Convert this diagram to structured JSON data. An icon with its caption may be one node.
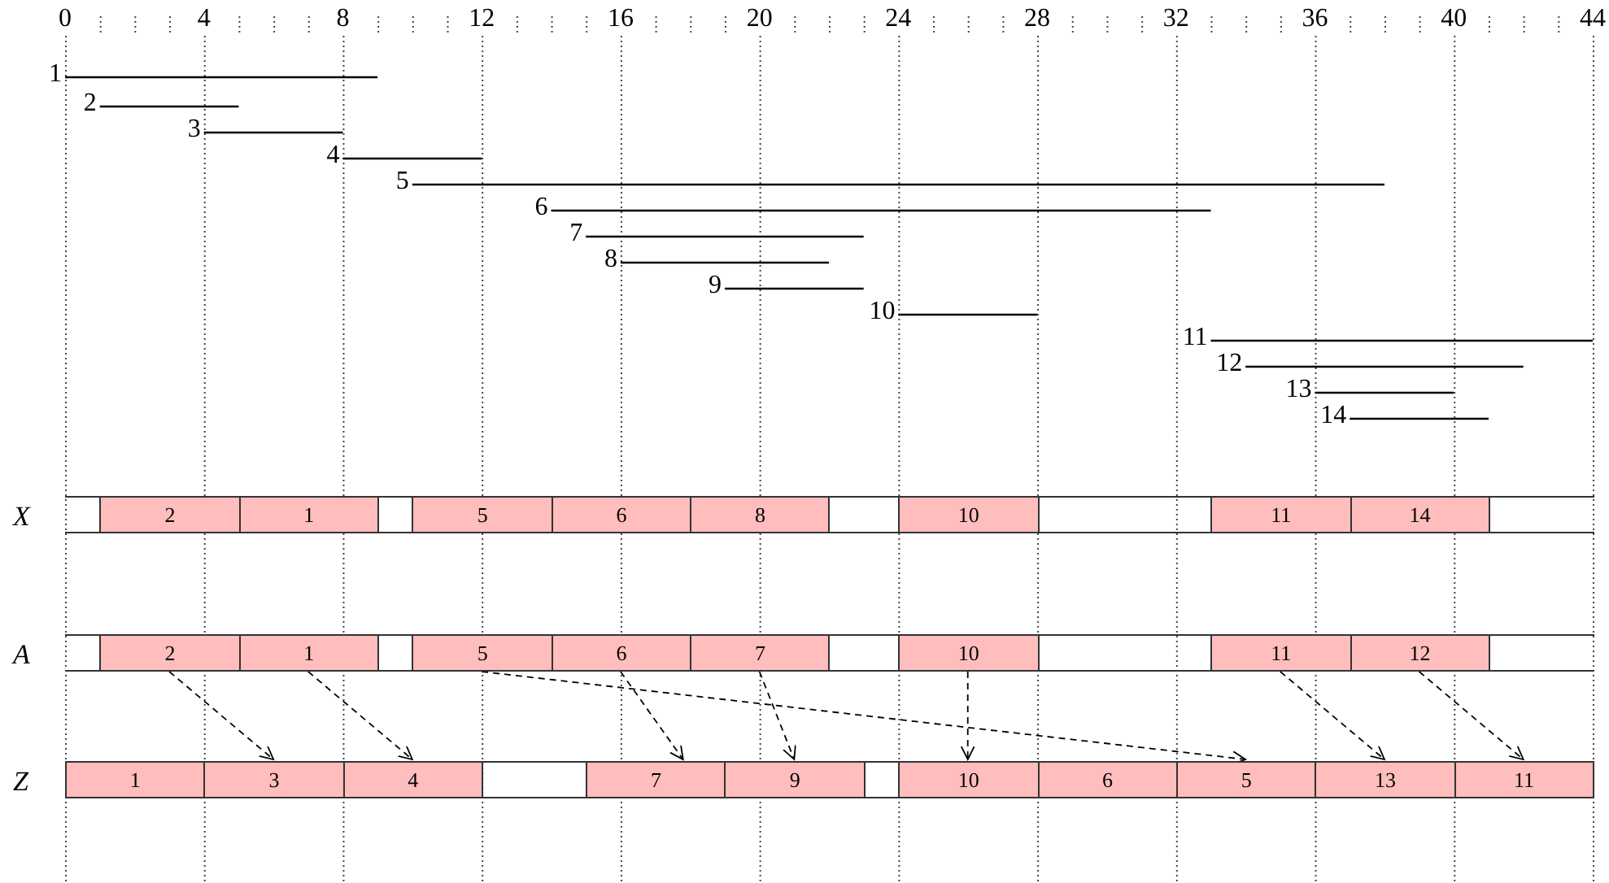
{
  "diagram": {
    "nodes": [
      {
        "text": [
          "X"
        ]
      },
      {
        "text": [
          "2"
        ],
        "in": 0
      },
      {
        "text": [
          "1"
        ],
        "in": 0
      },
      {
        "text": [
          "5"
        ],
        "in": 0
      },
      {
        "text": [
          "6"
        ],
        "in": 0
      },
      {
        "text": [
          "8"
        ],
        "in": 0
      },
      {
        "text": [
          "10"
        ],
        "in": 0
      },
      {
        "text": [
          "11"
        ],
        "in": 0
      },
      {
        "text": [
          "14"
        ],
        "in": 0
      },
      {
        "text": [
          "A"
        ]
      },
      {
        "text": [
          "2"
        ],
        "in": 9
      },
      {
        "text": [
          "1"
        ],
        "in": 9
      },
      {
        "text": [
          "5"
        ],
        "in": 9
      },
      {
        "text": [
          "6"
        ],
        "in": 9
      },
      {
        "text": [
          "7"
        ],
        "in": 9
      },
      {
        "text": [
          "10"
        ],
        "in": 9
      },
      {
        "text": [
          "11"
        ],
        "in": 9
      },
      {
        "text": [
          "12"
        ],
        "in": 9
      },
      {
        "text": [
          "Z"
        ]
      },
      {
        "text": [
          "1"
        ],
        "in": 18
      },
      {
        "text": [
          "3"
        ],
        "in": 18
      },
      {
        "text": [
          "4"
        ],
        "in": 18
      },
      {
        "text": [
          "7"
        ],
        "in": 18
      },
      {
        "text": [
          "9"
        ],
        "in": 18
      },
      {
        "text": [
          "10"
        ],
        "in": 18
      },
      {
        "text": [
          "6"
        ],
        "in": 18
      },
      {
        "text": [
          "5"
        ],
        "in": 18
      },
      {
        "text": [
          "13"
        ],
        "in": 18
      },
      {
        "text": [
          "11"
        ],
        "in": 18
      }
    ],
    "edges": [
      {
        "from": 10,
        "to": 20,
        "arrow": "to",
        "style": "dashed"
      },
      {
        "from": 11,
        "to": 21,
        "arrow": "to",
        "style": "dashed"
      },
      {
        "from": 12,
        "to": 26,
        "arrow": "to",
        "style": "dashed"
      },
      {
        "from": 13,
        "to": 22,
        "arrow": "to",
        "style": "dashed"
      },
      {
        "from": 14,
        "to": 23,
        "arrow": "to",
        "style": "dashed"
      },
      {
        "from": 15,
        "to": 24,
        "arrow": "to",
        "style": "dashed"
      },
      {
        "from": 16,
        "to": 27,
        "arrow": "to",
        "style": "dashed"
      },
      {
        "from": 17,
        "to": 28,
        "arrow": "to",
        "style": "dashed"
      }
    ],
    "labels": [
      "0",
      "4",
      "8",
      "12",
      "16",
      "20",
      "24",
      "28",
      "32",
      "36",
      "40",
      "44",
      "1",
      "2",
      "3",
      "4",
      "5",
      "6",
      "7",
      "8",
      "9",
      "10",
      "11",
      "12",
      "13",
      "14"
    ]
  }
}
